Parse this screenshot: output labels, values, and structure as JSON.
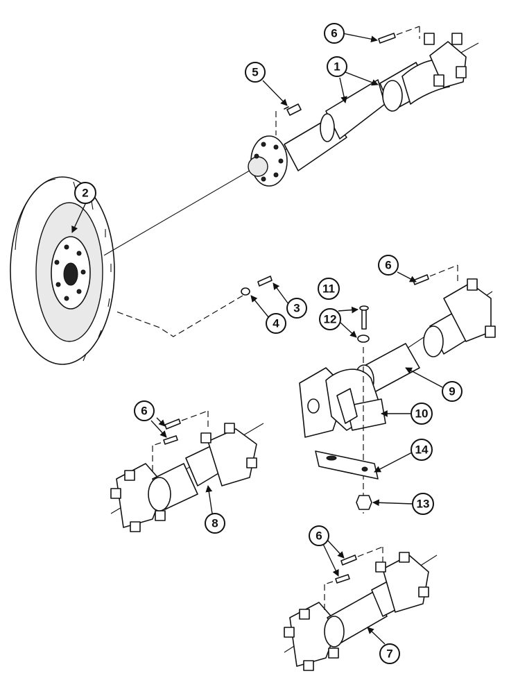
{
  "colors": {
    "ink": "#111111",
    "paper": "#ffffff",
    "shade": "#e9e9e9"
  },
  "callouts": [
    {
      "label": "1"
    },
    {
      "label": "2"
    },
    {
      "label": "3"
    },
    {
      "label": "4"
    },
    {
      "label": "5"
    },
    {
      "label": "6"
    },
    {
      "label": "6"
    },
    {
      "label": "6"
    },
    {
      "label": "6"
    },
    {
      "label": "7"
    },
    {
      "label": "8"
    },
    {
      "label": "9"
    },
    {
      "label": "10"
    },
    {
      "label": "11"
    },
    {
      "label": "12"
    },
    {
      "label": "13"
    },
    {
      "label": "14"
    }
  ]
}
